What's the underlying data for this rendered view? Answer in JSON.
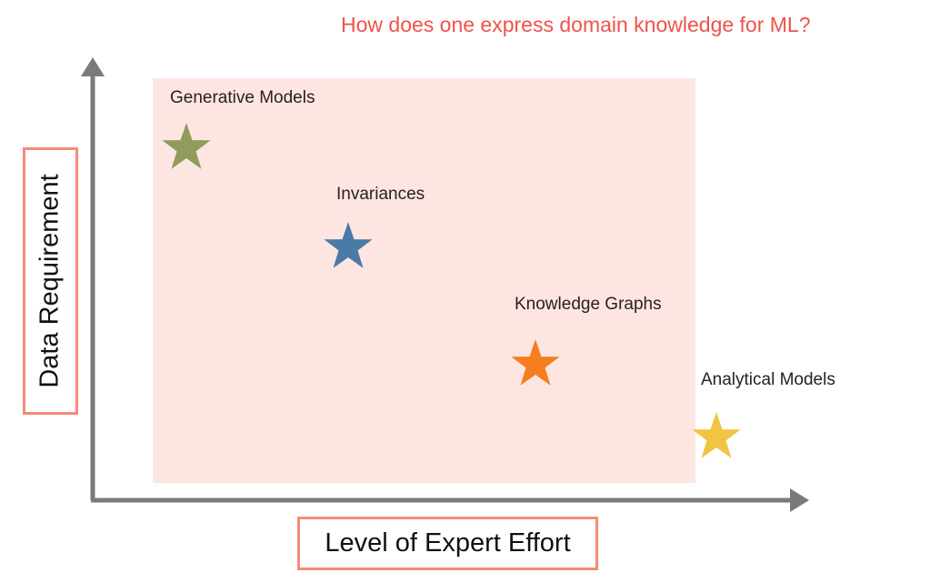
{
  "title": "How does one express domain knowledge for ML?",
  "axes": {
    "x_label": "Level of Expert Effort",
    "y_label": "Data Requirement"
  },
  "colors": {
    "title": "#f0524a",
    "region": "#fde6e2",
    "axis": "#7a7a7a",
    "label_box": "#f58b7a"
  },
  "items": [
    {
      "label": "Generative Models",
      "color": "#8f9c5c"
    },
    {
      "label": "Invariances",
      "color": "#4a7aa5"
    },
    {
      "label": "Knowledge Graphs",
      "color": "#f57e1f"
    },
    {
      "label": "Analytical Models",
      "color": "#f2c443"
    }
  ]
}
